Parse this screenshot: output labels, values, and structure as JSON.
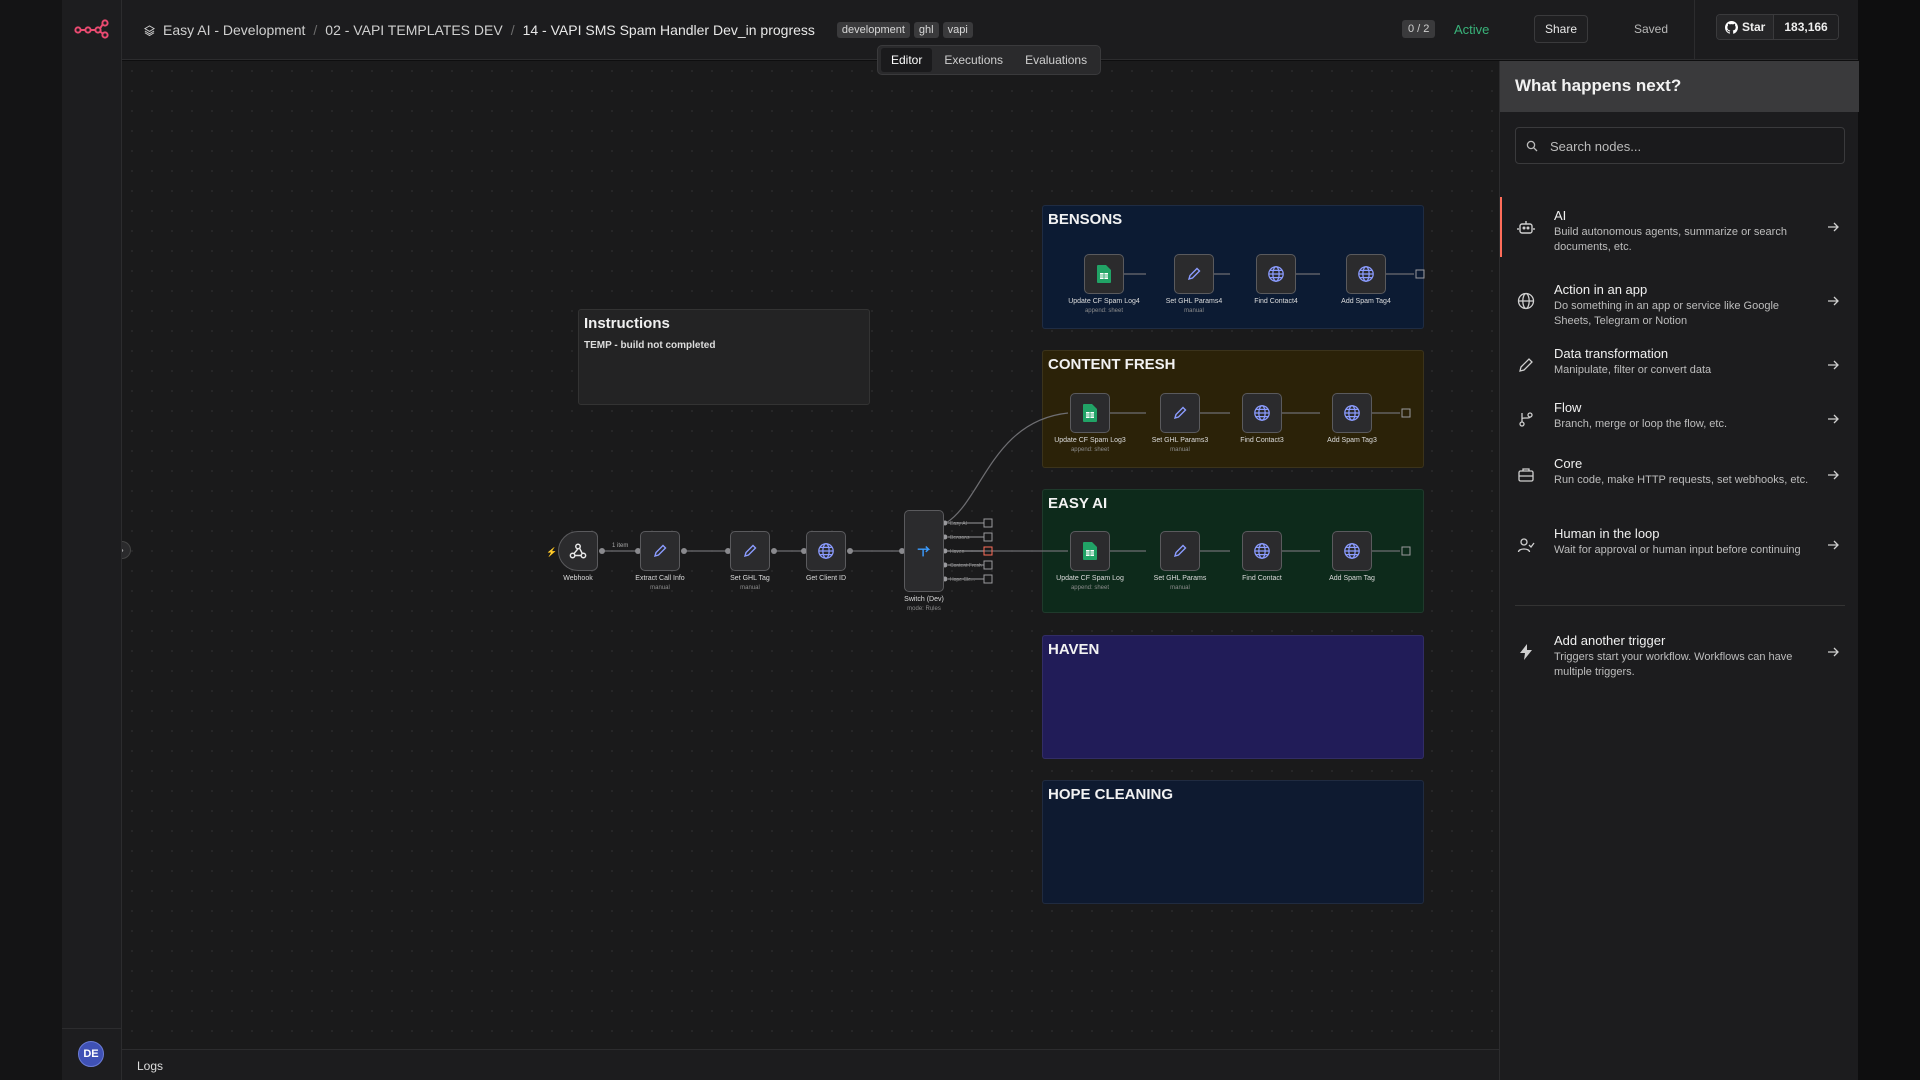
{
  "breadcrumb": {
    "project": "Easy AI - Development",
    "folder": "02 - VAPI TEMPLATES DEV",
    "workflow": "14 - VAPI SMS Spam Handler Dev_in progress"
  },
  "tags": [
    "development",
    "ghl",
    "vapi"
  ],
  "header": {
    "counter": "0 / 2",
    "status": "Active",
    "share_label": "Share",
    "saved_label": "Saved",
    "star_label": "Star",
    "star_count": "183,166"
  },
  "mode_tabs": [
    "Editor",
    "Executions",
    "Evaluations"
  ],
  "user": {
    "initials": "DE"
  },
  "logs_label": "Logs",
  "note": {
    "title": "Instructions",
    "body": "TEMP - build not completed"
  },
  "groups": [
    {
      "title": "BENSONS",
      "color": "#0c1b33"
    },
    {
      "title": "CONTENT FRESH",
      "color": "#2b2208"
    },
    {
      "title": "EASY AI",
      "color": "#0d2a1b"
    },
    {
      "title": "HAVEN",
      "color": "#211c58"
    },
    {
      "title": "HOPE CLEANING",
      "color": "#0e1a30"
    }
  ],
  "main_flow": {
    "webhook": {
      "label": "Webhook"
    },
    "extract": {
      "label": "Extract Call Info",
      "sub": "manual"
    },
    "set_tag": {
      "label": "Set GHL Tag",
      "sub": "manual"
    },
    "client_id": {
      "label": "Get Client ID"
    },
    "switch": {
      "label": "Switch (Dev)",
      "sub": "mode: Rules"
    },
    "item_count": "1 item",
    "outputs": [
      "Easy AI",
      "Bensons",
      "Haven",
      "Content Fresh",
      "Hope Cle..."
    ]
  },
  "bensons_nodes": [
    {
      "label": "Update CF Spam Log4",
      "sub": "append: sheet"
    },
    {
      "label": "Set GHL Params4",
      "sub": "manual"
    },
    {
      "label": "Find Contact4",
      "sub": ""
    },
    {
      "label": "Add Spam Tag4",
      "sub": ""
    }
  ],
  "content_fresh_nodes": [
    {
      "label": "Update CF Spam Log3",
      "sub": "append: sheet"
    },
    {
      "label": "Set GHL Params3",
      "sub": "manual"
    },
    {
      "label": "Find Contact3",
      "sub": ""
    },
    {
      "label": "Add Spam Tag3",
      "sub": ""
    }
  ],
  "easy_ai_nodes": [
    {
      "label": "Update CF Spam Log",
      "sub": "append: sheet"
    },
    {
      "label": "Set GHL Params",
      "sub": "manual"
    },
    {
      "label": "Find Contact",
      "sub": ""
    },
    {
      "label": "Add Spam Tag",
      "sub": ""
    }
  ],
  "panel": {
    "title": "What happens next?",
    "search_placeholder": "Search nodes...",
    "options": [
      {
        "title": "AI",
        "desc": "Build autonomous agents, summarize or search documents, etc.",
        "icon": "robot-icon"
      },
      {
        "title": "Action in an app",
        "desc": "Do something in an app or service like Google Sheets, Telegram or Notion",
        "icon": "globe-icon"
      },
      {
        "title": "Data transformation",
        "desc": "Manipulate, filter or convert data",
        "icon": "pen-icon"
      },
      {
        "title": "Flow",
        "desc": "Branch, merge or loop the flow, etc.",
        "icon": "branch-icon"
      },
      {
        "title": "Core",
        "desc": "Run code, make HTTP requests, set webhooks, etc.",
        "icon": "toolbox-icon"
      },
      {
        "title": "Human in the loop",
        "desc": "Wait for approval or human input before continuing",
        "icon": "user-check-icon"
      }
    ],
    "trigger": {
      "title": "Add another trigger",
      "desc": "Triggers start your workflow. Workflows can have multiple triggers.",
      "icon": "bolt-icon"
    }
  },
  "colors": {
    "accent": "#ff6d5a",
    "active": "#39b37a",
    "node_icon": "#8b9cff",
    "sheet_icon": "#21a366"
  }
}
